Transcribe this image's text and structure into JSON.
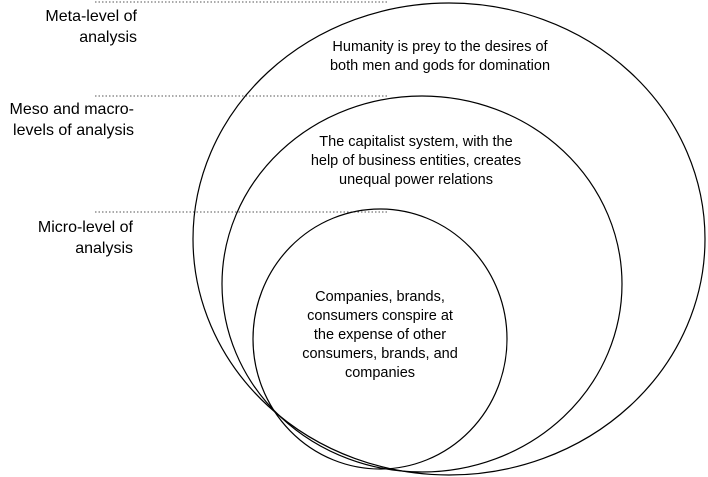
{
  "levels": {
    "meta": {
      "label_line1": "Meta-level of",
      "label_line2": "analysis",
      "text_line1": "Humanity is prey to the desires of",
      "text_line2": "both men and gods for domination"
    },
    "meso_macro": {
      "label_line1": "Meso and macro-",
      "label_line2": "levels of analysis",
      "text_line1": "The capitalist system, with the",
      "text_line2": "help of business entities, creates",
      "text_line3": "unequal power relations"
    },
    "micro": {
      "label_line1": "Micro-level of",
      "label_line2": "analysis",
      "text_line1": "Companies, brands,",
      "text_line2": "consumers conspire at",
      "text_line3": "the expense of other",
      "text_line4": "consumers, brands, and",
      "text_line5": "companies"
    }
  },
  "colors": {
    "stroke": "#000000",
    "leader_line": "#555555",
    "background": "#ffffff"
  }
}
